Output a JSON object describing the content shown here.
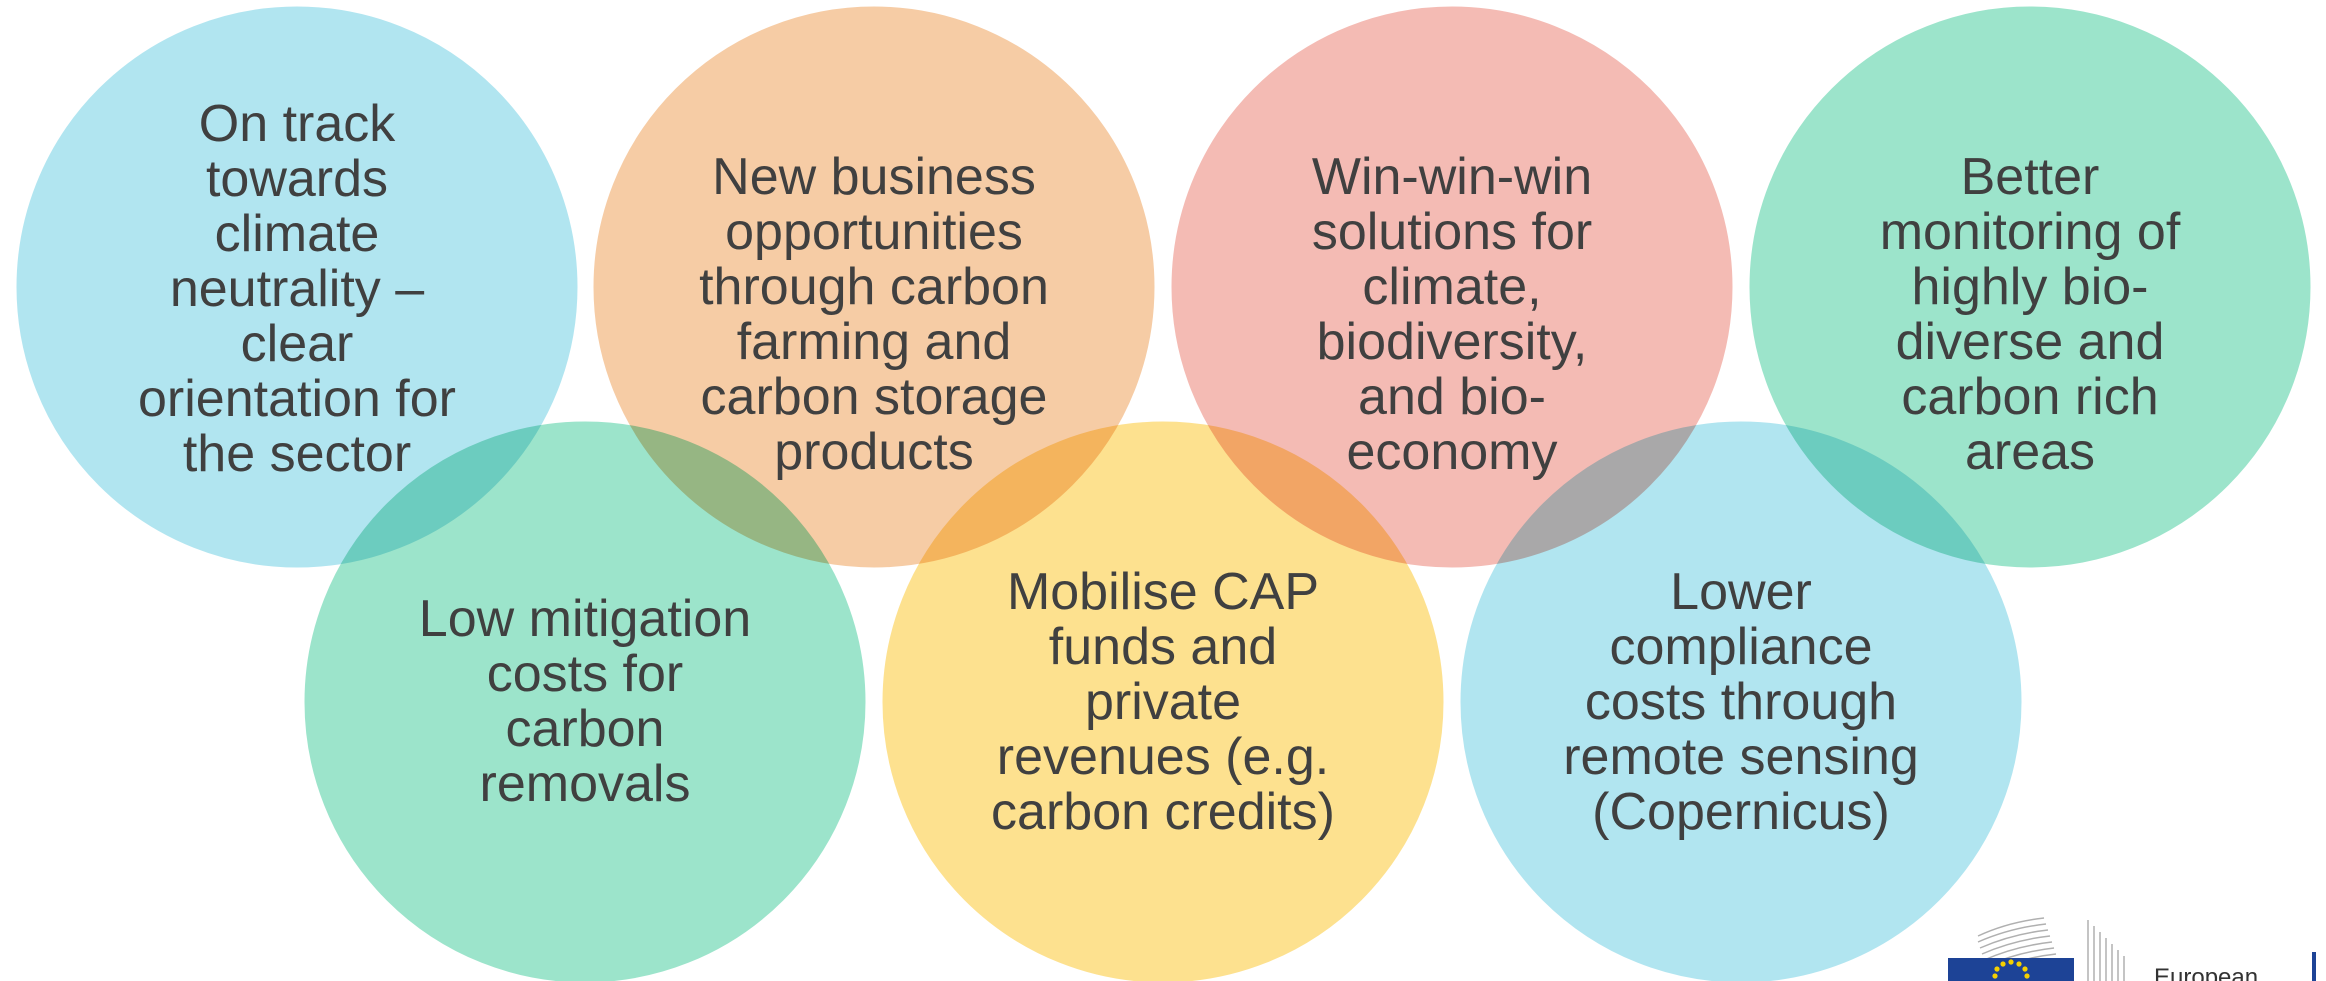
{
  "colors": {
    "blue": "#a6e1ee",
    "orange": "#f5c599",
    "red": "#f2b2aa",
    "green": "#8ee0c4",
    "yellow": "#fddd80",
    "text": "#404040"
  },
  "circles": [
    {
      "label": "On track towards climate neutrality – clear orientation for the sector",
      "lines": [
        "On track",
        "towards",
        "climate",
        "neutrality –",
        "clear",
        "orientation for",
        "the sector"
      ],
      "color": "blue"
    },
    {
      "label": "New business opportunities through carbon farming and carbon storage products",
      "lines": [
        "New business",
        "opportunities",
        "through carbon",
        "farming and",
        "carbon storage",
        "products"
      ],
      "color": "orange"
    },
    {
      "label": "Win-win-win solutions for climate, biodiversity, and bio-economy",
      "lines": [
        "Win-win-win",
        "solutions for",
        "climate,",
        "biodiversity,",
        "and bio-",
        "economy"
      ],
      "color": "red"
    },
    {
      "label": "Better monitoring of highly bio-diverse and carbon rich areas",
      "lines": [
        "Better",
        "monitoring of",
        "highly bio-",
        "diverse and",
        "carbon rich",
        "areas"
      ],
      "color": "green"
    },
    {
      "label": "Low mitigation costs for carbon removals",
      "lines": [
        "Low mitigation",
        "costs for",
        "carbon",
        "removals"
      ],
      "color": "green"
    },
    {
      "label": "Mobilise CAP funds and private revenues (e.g. carbon credits)",
      "lines": [
        "Mobilise CAP",
        "funds and",
        "private",
        "revenues (e.g.",
        "carbon credits)"
      ],
      "color": "yellow"
    },
    {
      "label": "Lower compliance costs through remote sensing (Copernicus)",
      "lines": [
        "Lower",
        "compliance",
        "costs through",
        "remote sensing",
        "(Copernicus)"
      ],
      "color": "blue"
    }
  ],
  "logo": {
    "word": "European",
    "icon": "eu-flag-icon"
  }
}
